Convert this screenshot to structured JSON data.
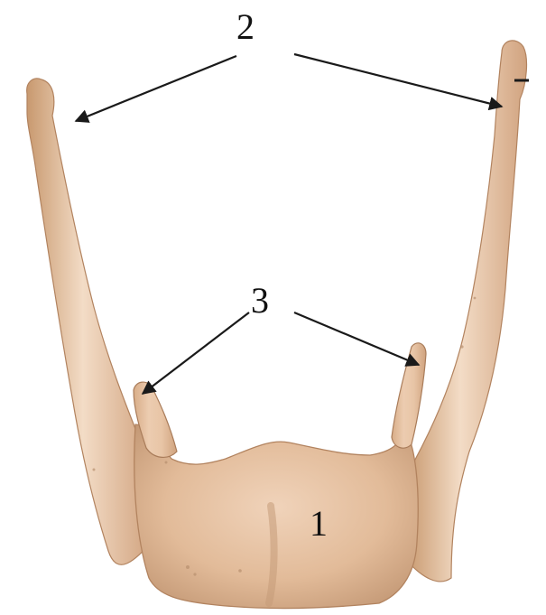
{
  "labels": {
    "top_pair": "2",
    "middle_pair": "3",
    "body": "1"
  },
  "colors": {
    "bone_fill": "#e3bd9c",
    "bone_light": "#f2d8c2",
    "bone_shadow": "#b98e6c",
    "outline": "#a67a58",
    "arrow": "#1a1a1a",
    "label_text": "#111111"
  }
}
